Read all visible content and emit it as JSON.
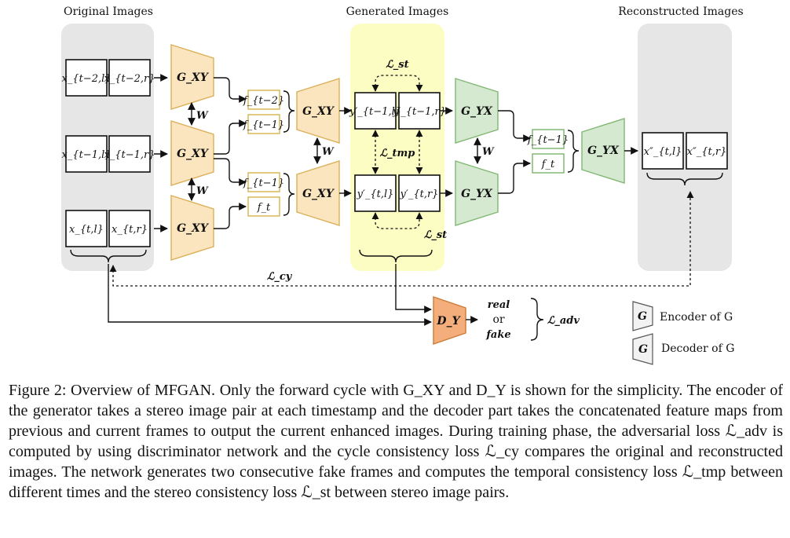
{
  "sections": {
    "original": "Original Images",
    "generated": "Generated Images",
    "reconstructed": "Reconstructed Images"
  },
  "inputs": {
    "row1": [
      "x_{t−2,l}",
      "x_{t−2,r}"
    ],
    "row2": [
      "x_{t−1,l}",
      "x_{t−1,r}"
    ],
    "row3": [
      "x_{t,l}",
      "x_{t,r}"
    ]
  },
  "generators": {
    "gxy": "G_XY",
    "gyx": "G_YX",
    "dy": "D_Y"
  },
  "features": {
    "f_t2": "f_{t−2}",
    "f_t1": "f_{t−1}",
    "f_t": "f_t"
  },
  "outputs": {
    "y_prev": [
      "y′_{t−1,l}",
      "y′_{t−1,r}"
    ],
    "y_cur": [
      "y′_{t,l}",
      "y′_{t,r}"
    ],
    "x_rec": [
      "x″_{t,l}",
      "x″_{t,r}"
    ]
  },
  "weight_share": "W",
  "losses": {
    "st": "ℒ_st",
    "tmp": "ℒ_tmp",
    "cy": "ℒ_cy",
    "adv": "ℒ_adv"
  },
  "decision": {
    "real": "real",
    "or": "or",
    "fake": "fake"
  },
  "legend": {
    "encoder": "Encoder of G",
    "decoder": "Decoder of G",
    "icon_letter": "G"
  },
  "colors": {
    "orange_fill": "#fbe5bf",
    "orange_stroke": "#dab058",
    "green_fill": "#d5e8d0",
    "green_stroke": "#80b873",
    "yellow_bg": "#fcfdc2",
    "gray_bg": "#e6e6e6",
    "disc_fill": "#f4ae7b",
    "disc_stroke": "#cd7a36"
  },
  "caption": "Figure 2: Overview of MFGAN. Only the forward cycle with G_XY and D_Y is shown for the simplicity. The encoder of the generator takes a stereo image pair at each timestamp and the decoder part takes the concatenated feature maps from previous and current frames to output the current enhanced images. During training phase, the adversarial loss ℒ_adv is computed by using discriminator network and the cycle consistency loss ℒ_cy compares the original and reconstructed images. The network generates two consecutive fake frames and computes the temporal consistency loss ℒ_tmp between different times and the stereo consistency loss ℒ_st between stereo image pairs."
}
